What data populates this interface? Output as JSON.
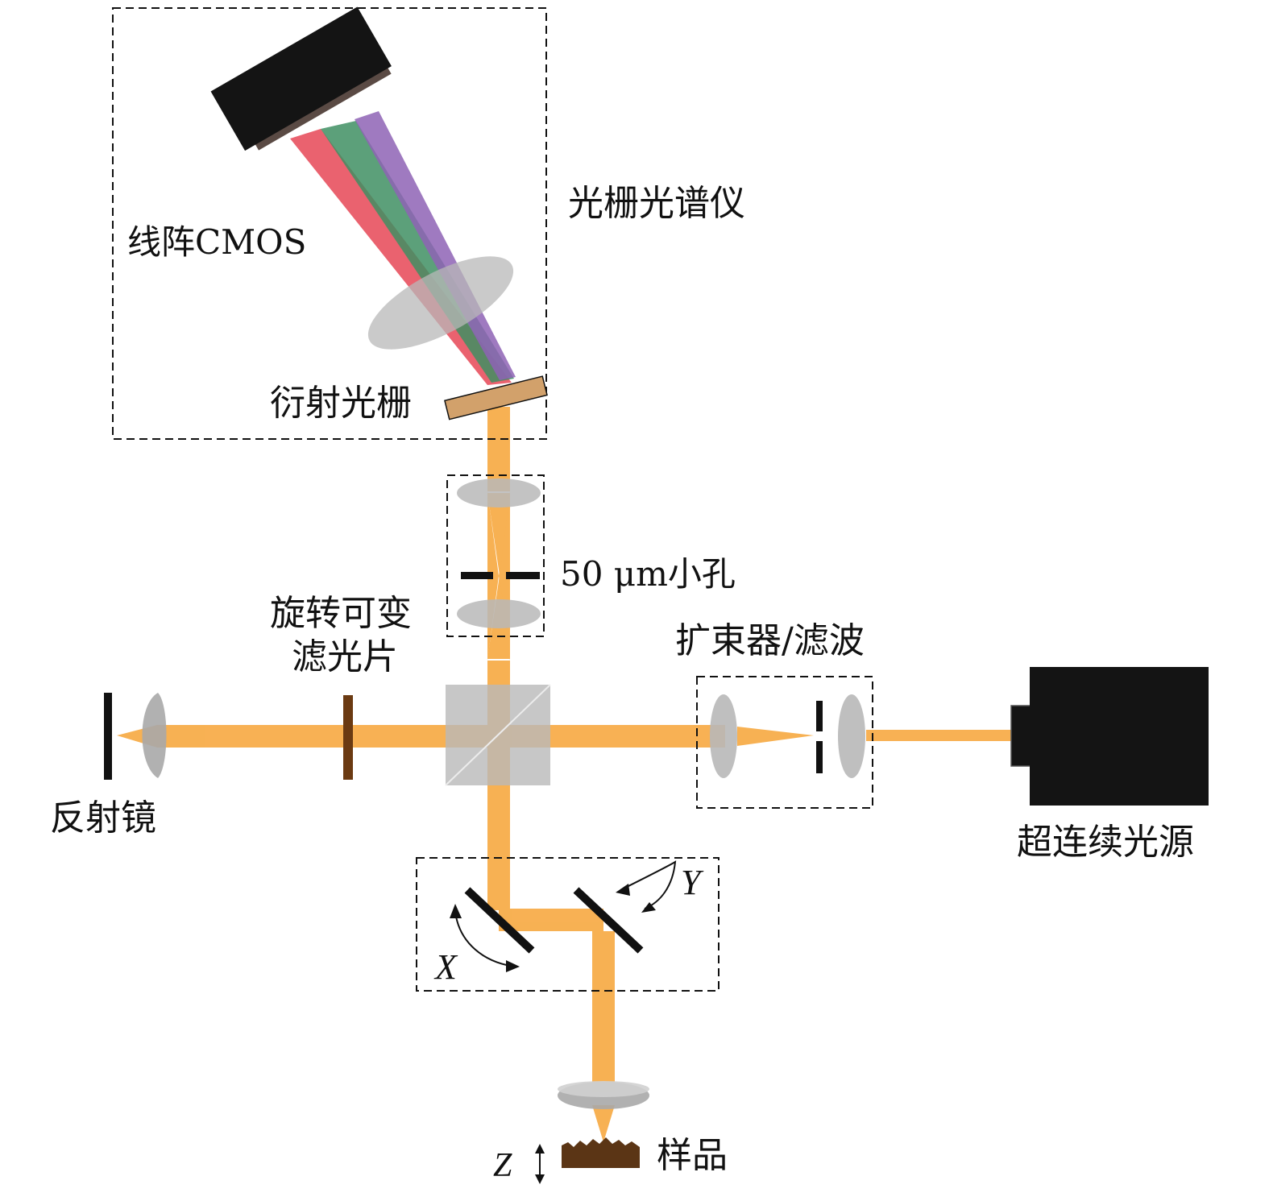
{
  "labels": {
    "spectrometer": "光栅光谱仪",
    "cmos": "线阵CMOS",
    "grating": "衍射光栅",
    "pinhole": "50 μm小孔",
    "filter_line1": "旋转可变",
    "filter_line2": "滤光片",
    "expander": "扩束器/滤波",
    "mirror": "反射镜",
    "source": "超连续光源",
    "axis_x": "X",
    "axis_y": "Y",
    "axis_z": "Z",
    "sample": "样品"
  },
  "colors": {
    "beam": "#f7a941",
    "lens": "#b8b8b8",
    "grating": "#d2a16b",
    "black_body": "#141414",
    "filter": "#6b3a12",
    "sample": "#5b3515",
    "red_ray": "#e8515f",
    "green_ray": "#3f8f63",
    "violet_ray": "#8e63b5"
  }
}
